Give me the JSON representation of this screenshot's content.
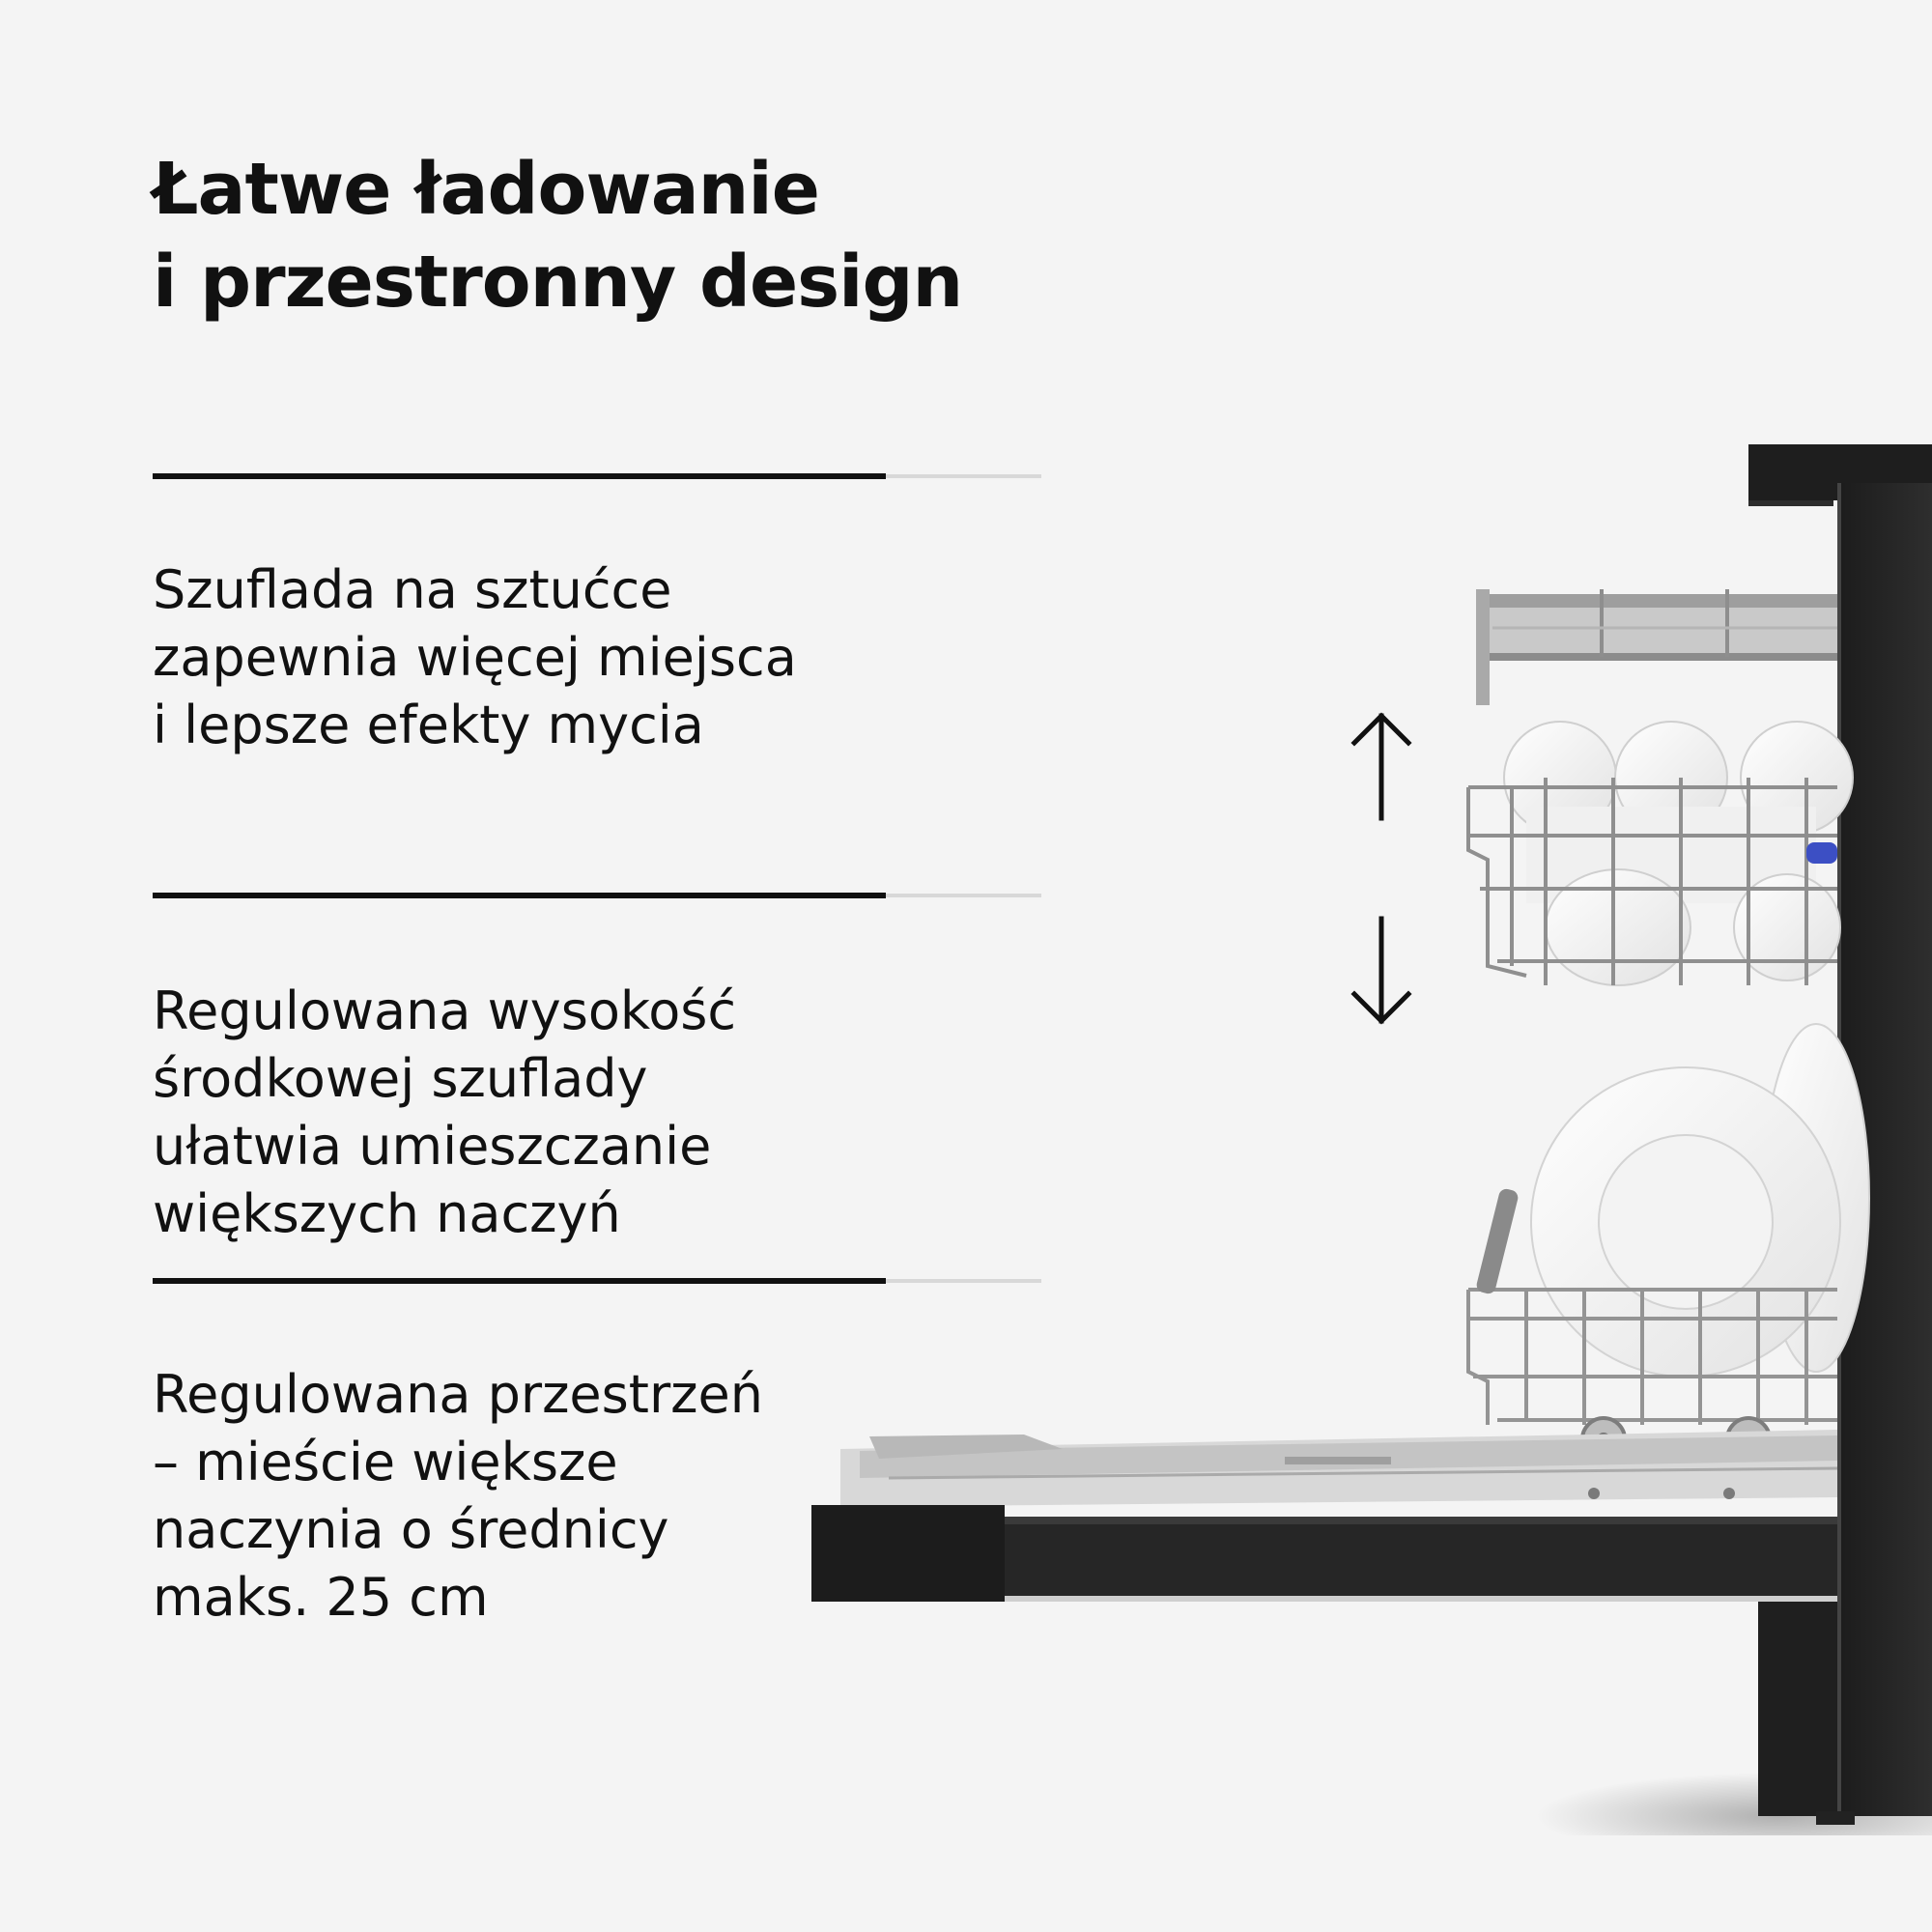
{
  "title": {
    "line1": "Łatwe ładowanie",
    "line2": "i przestronny design"
  },
  "features": [
    {
      "lines": [
        "Szuflada na sztućce",
        "zapewnia więcej miejsca",
        "i lepsze efekty mycia"
      ],
      "progress": 0.825
    },
    {
      "lines": [
        "Regulowana wysokość",
        "środkowej szuflady",
        "ułatwia umieszczanie",
        "większych naczyń"
      ],
      "progress": 0.825
    },
    {
      "lines": [
        "Regulowana przestrzeń",
        "– mieście większe",
        "naczynia o średnicy",
        "maks. 25 cm"
      ],
      "progress": 0.825
    }
  ],
  "colors": {
    "background": "#f4f4f4",
    "text": "#111111",
    "appliance": "#262626",
    "rack": "#9a9a9a"
  },
  "icons": {
    "up": "arrow-up-icon",
    "down": "arrow-down-icon"
  }
}
